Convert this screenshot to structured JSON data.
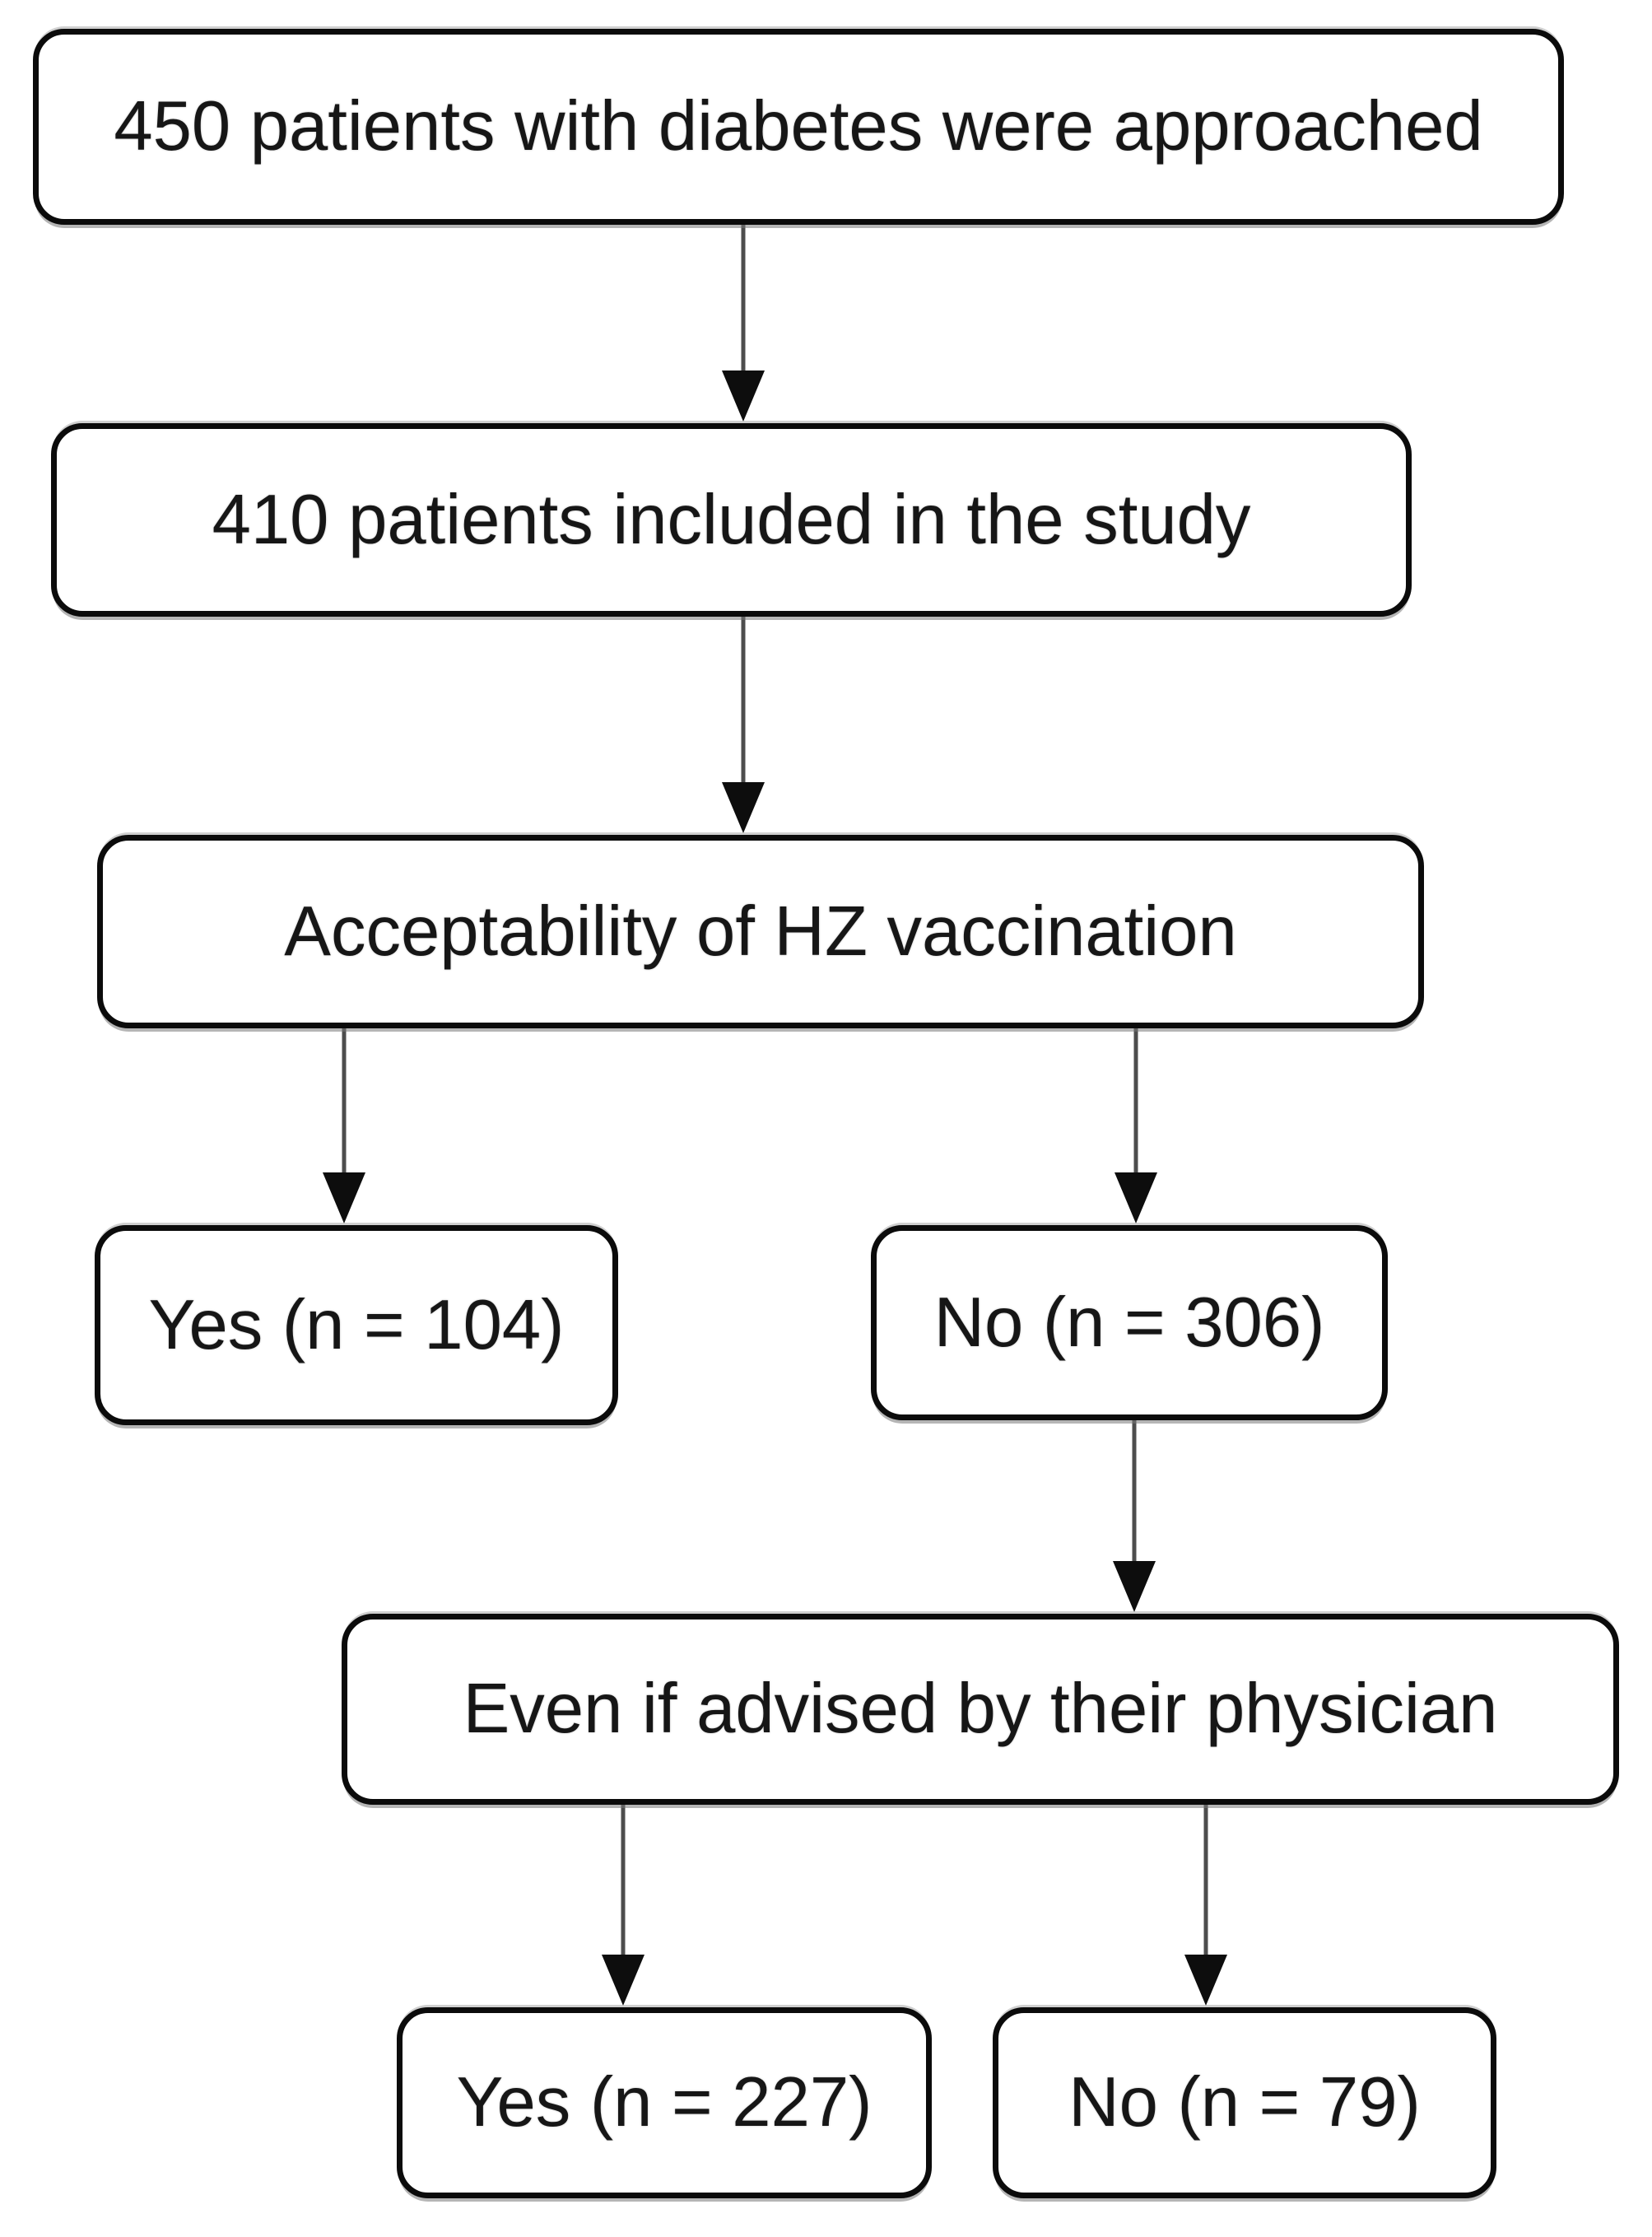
{
  "colors": {
    "background": "#ffffff",
    "box_fill": "#ffffff",
    "box_border": "#0b0b0b",
    "text": "#161616",
    "connector_line": "#4d4d4d",
    "arrowhead": "#0d0d0d"
  },
  "nodes": {
    "approached": {
      "label": "450 patients with diabetes were approached",
      "n": 450
    },
    "included": {
      "label": "410 patients included in the study",
      "n": 410
    },
    "acceptability": {
      "label": "Acceptability of HZ vaccination"
    },
    "acceptability_yes": {
      "label": "Yes (n = 104)",
      "n": 104
    },
    "acceptability_no": {
      "label": "No (n = 306)",
      "n": 306
    },
    "even_if_advised": {
      "label": "Even if advised by their physician"
    },
    "advised_yes": {
      "label": "Yes (n = 227)",
      "n": 227
    },
    "advised_no": {
      "label": "No (n = 79)",
      "n": 79
    }
  },
  "edges": [
    {
      "from": "approached",
      "to": "included"
    },
    {
      "from": "included",
      "to": "acceptability"
    },
    {
      "from": "acceptability",
      "to": "acceptability_yes"
    },
    {
      "from": "acceptability",
      "to": "acceptability_no"
    },
    {
      "from": "acceptability_no",
      "to": "even_if_advised"
    },
    {
      "from": "even_if_advised",
      "to": "advised_yes"
    },
    {
      "from": "even_if_advised",
      "to": "advised_no"
    }
  ]
}
